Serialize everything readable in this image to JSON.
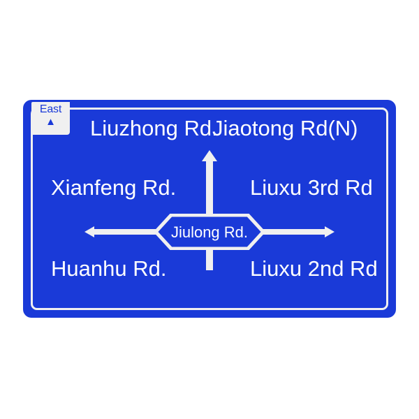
{
  "sign": {
    "type": "road-direction-sign",
    "colors": {
      "panel_blue": "#1a3ad8",
      "border_white": "#f0f0f0",
      "text_white": "#ffffff",
      "background": "#ffffff"
    },
    "direction_tab": {
      "label": "East",
      "chevron_icon": "chevron-up-icon",
      "chevron_glyph": "▲"
    },
    "rows": {
      "top": {
        "left": "Liuzhong Rd.",
        "right": "Jiaotong Rd(N)"
      },
      "middle": {
        "left": "Xianfeng Rd.",
        "right": "Liuxu 3rd Rd"
      },
      "bottom": {
        "left": "Huanhu Rd.",
        "right": "Liuxu 2nd Rd"
      }
    },
    "center_plate": {
      "label": "Jiulong Rd.",
      "shape": "hexagon-banner",
      "arrow_icon": "double-headed-horizontal-arrow-icon"
    },
    "vertical_arrow": {
      "icon": "arrow-up-icon",
      "direction": "up"
    }
  }
}
